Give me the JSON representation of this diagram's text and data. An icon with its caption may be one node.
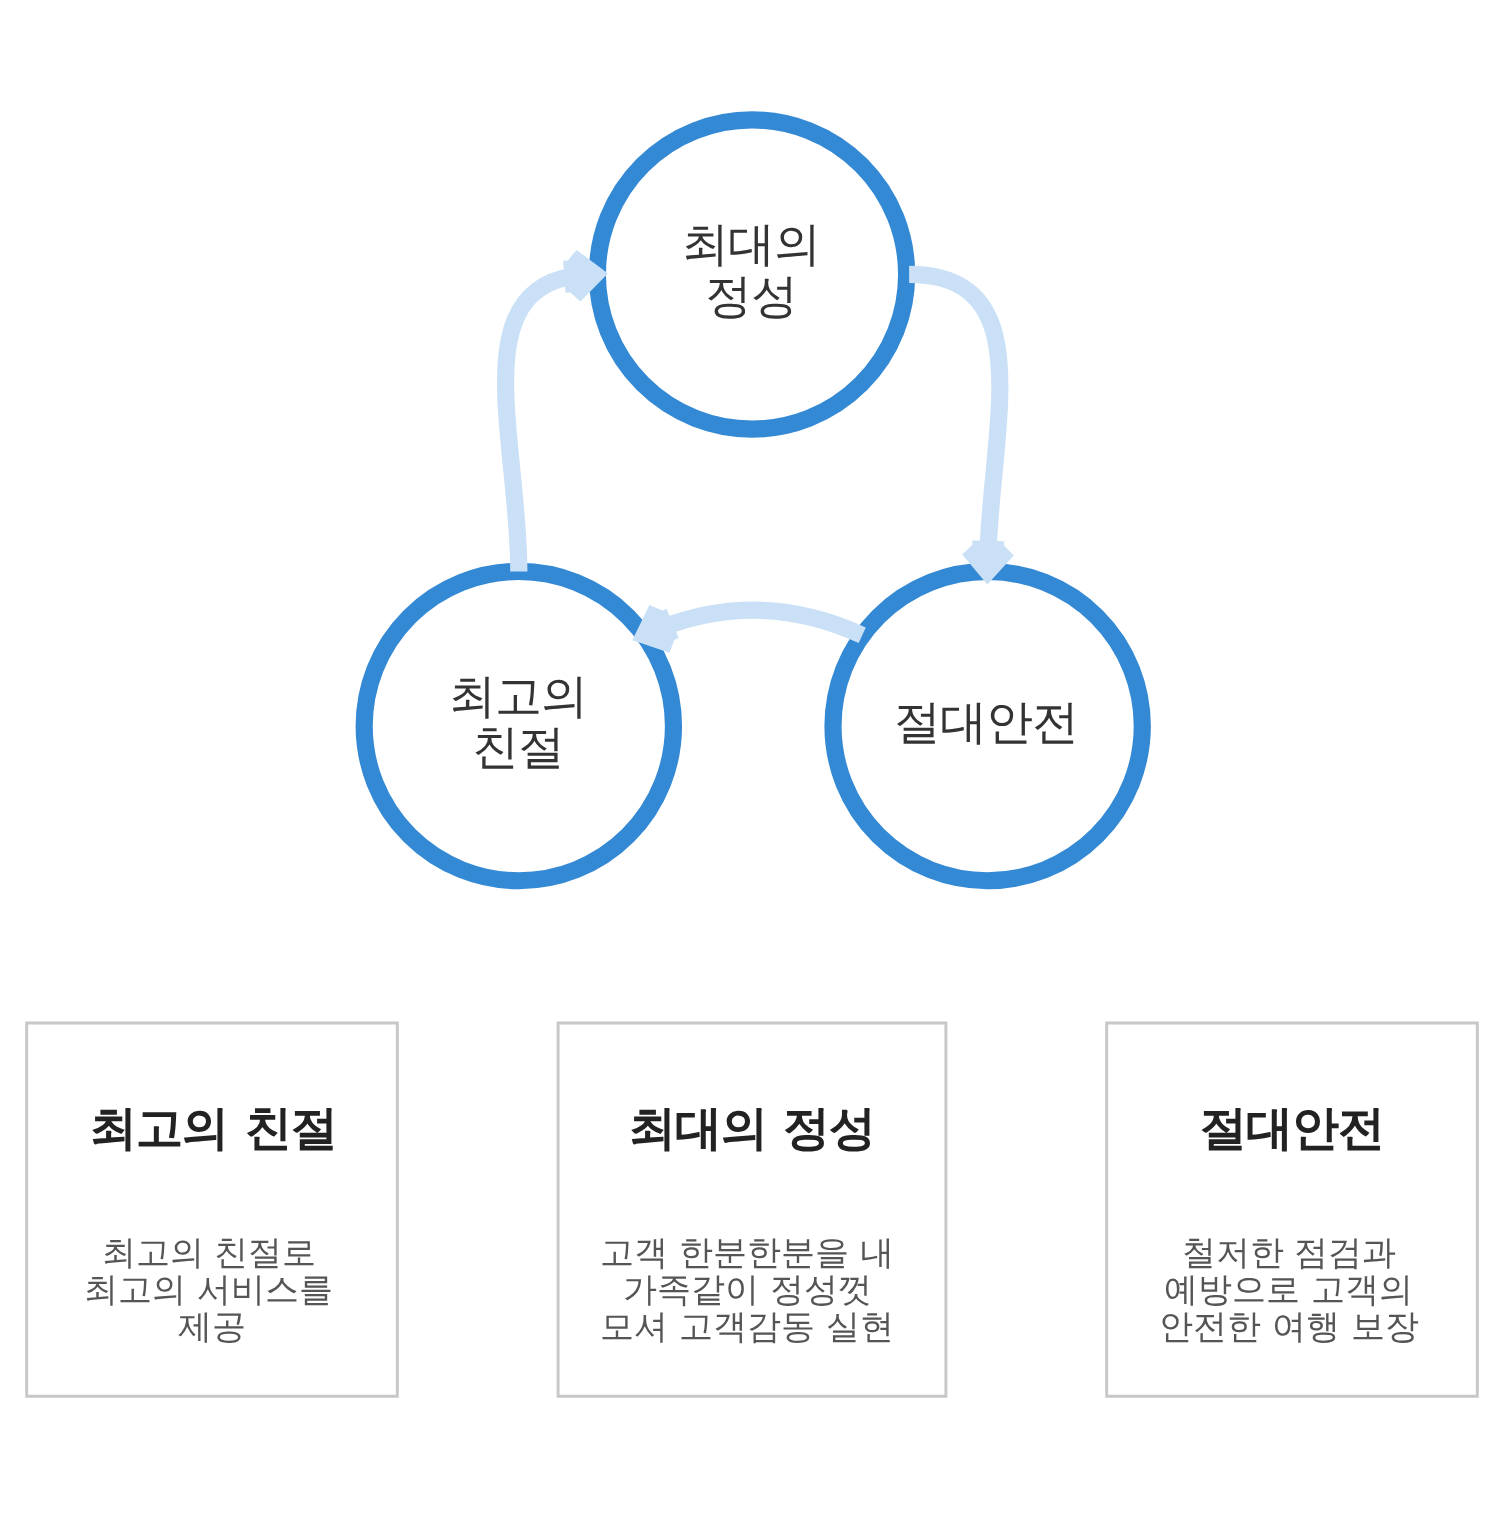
{
  "diagram": {
    "nodes": [
      {
        "text": [
          "최대의 정성"
        ]
      },
      {
        "text": [
          "최고의 친절"
        ]
      },
      {
        "text": [
          "절대안전"
        ]
      },
      {
        "text": [
          "최고의 친절",
          "최고의 친절로 최고의 서비스를 제공"
        ]
      },
      {
        "text": [
          "최대의 정성",
          "고객 한분한분을 내 가족같이 정성껏 모셔 고객감동 실현"
        ]
      },
      {
        "text": [
          "절대안전",
          "철저한 점검과 예방으로 고객의 안전한 여행 보장"
        ]
      }
    ],
    "edges": [
      {
        "from": 0,
        "to": 2,
        "arrow": "to"
      },
      {
        "from": 2,
        "to": 1,
        "arrow": "to"
      },
      {
        "from": 1,
        "to": 0,
        "arrow": "to"
      }
    ]
  }
}
